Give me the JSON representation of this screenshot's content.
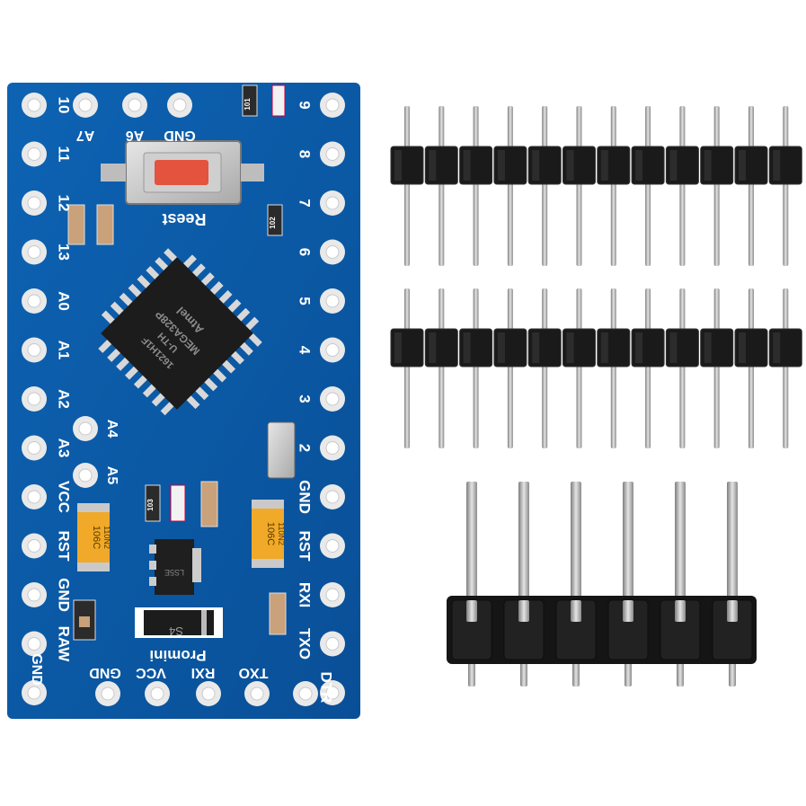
{
  "board": {
    "color": "#0a5aa8",
    "left_labels": [
      "10",
      "11",
      "12",
      "13",
      "A0",
      "A1",
      "A2",
      "A3",
      "VCC",
      "RST",
      "GND",
      "RAW",
      "GND"
    ],
    "right_labels": [
      "9",
      "8",
      "7",
      "6",
      "5",
      "4",
      "3",
      "2",
      "GND",
      "RST",
      "RXI",
      "TXO",
      "DTR"
    ],
    "top_labels": [
      "A7",
      "A6",
      "GND"
    ],
    "inner_labels": [
      "A4",
      "A5"
    ],
    "bottom_labels": [
      "GND",
      "VCC",
      "RXI",
      "TXO"
    ],
    "reset_label": "Reest",
    "promini_label": "Promini",
    "chip": {
      "brand": "Atmel",
      "lines": [
        "MEGA328P",
        "U-TH",
        "1621H1F"
      ]
    },
    "capacitor_text": [
      "106C",
      "110N2"
    ],
    "resistor_text": [
      "101",
      "102",
      "103"
    ],
    "diode_text": "S4",
    "regulator_text": "LS5E"
  },
  "headers": {
    "straight_rows": 2,
    "straight_pins_per_row": 12,
    "angled_pins": 6
  }
}
